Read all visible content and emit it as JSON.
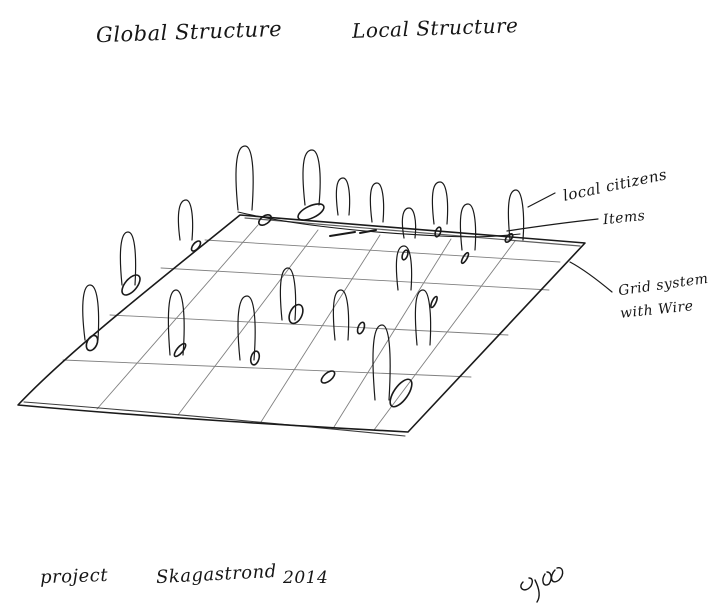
{
  "header": {
    "global_structure": "Global Structure",
    "local_structure": "Local Structure"
  },
  "labels": {
    "local_citizens": "local citizens",
    "items": "Items",
    "grid_line1": "Grid system",
    "grid_line2": "with Wire"
  },
  "footer": {
    "project": "project",
    "name": "Skagastrond",
    "year": "2014"
  },
  "ink_color": "#161616"
}
